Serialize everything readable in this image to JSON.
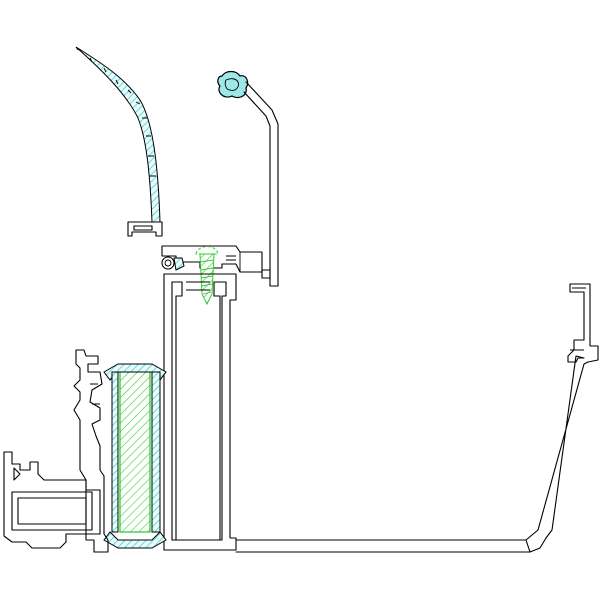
{
  "diagram": {
    "view": "section",
    "background": "#ffffff",
    "colors": {
      "profile_outline": "#000000",
      "gasket_hatch": "#33cccc",
      "glass_hatch": "#22cc22",
      "screw": "#33cc33",
      "seal": "#9ee8e8"
    },
    "components": [
      "curved-cover-profile",
      "top-bead-seal",
      "cover-arm-profile",
      "fixing-screw",
      "mullion-profile",
      "glazing-unit",
      "glazing-gaskets",
      "frame-profile",
      "sill-base-profile",
      "gutter-profile"
    ]
  }
}
